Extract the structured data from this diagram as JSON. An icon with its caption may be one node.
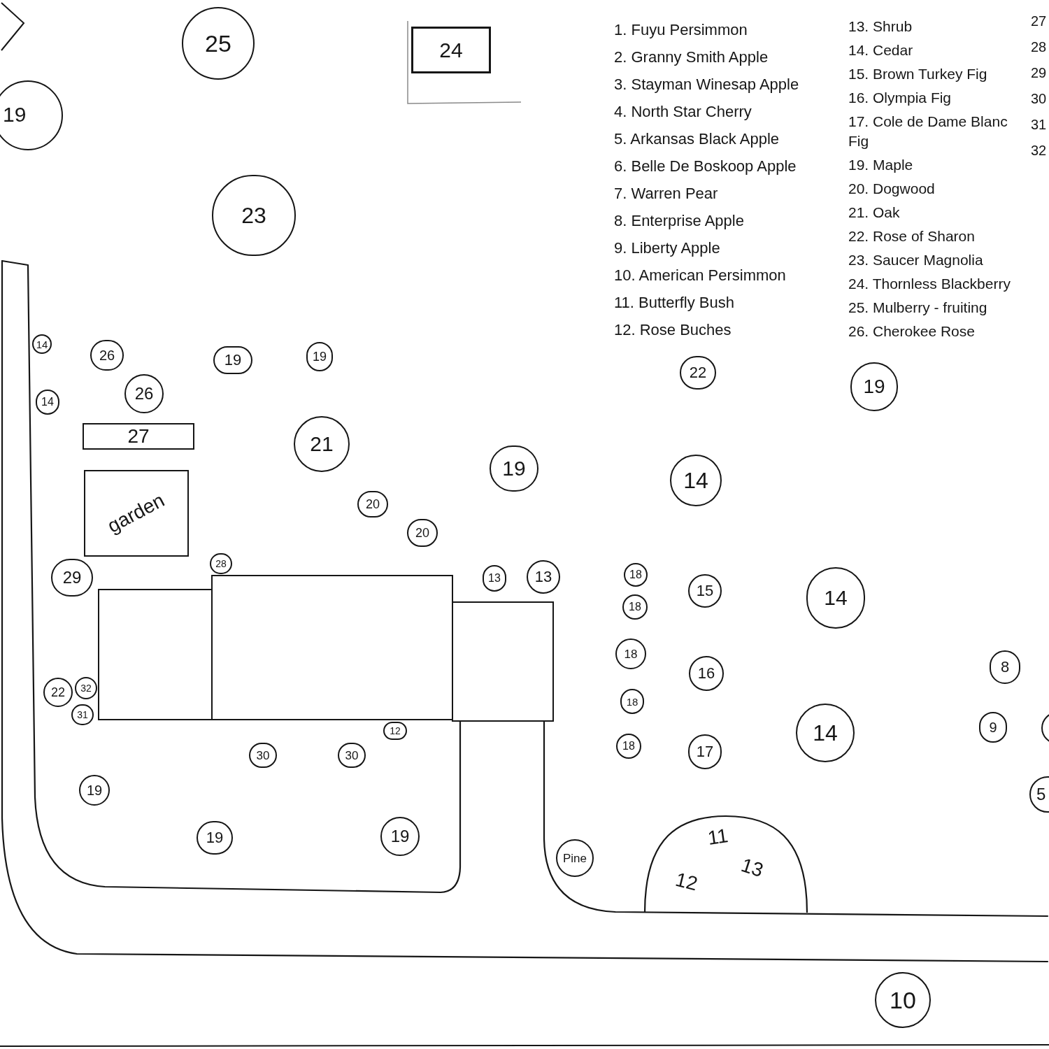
{
  "diagram": {
    "nodes": [
      {
        "text": [
          "25"
        ]
      },
      {
        "text": [
          "24"
        ]
      },
      {
        "text": [
          "19"
        ]
      },
      {
        "text": [
          "23"
        ]
      },
      {
        "text": [
          "14"
        ]
      },
      {
        "text": [
          "26"
        ]
      },
      {
        "text": [
          "19"
        ]
      },
      {
        "text": [
          "19"
        ]
      },
      {
        "text": [
          "22"
        ]
      },
      {
        "text": [
          "19"
        ]
      },
      {
        "text": [
          "14"
        ]
      },
      {
        "text": [
          "26"
        ]
      },
      {
        "text": [
          "27"
        ]
      },
      {
        "text": [
          "21"
        ]
      },
      {
        "text": [
          "19"
        ]
      },
      {
        "text": [
          "14"
        ]
      },
      {
        "text": [
          "garden"
        ]
      },
      {
        "text": [
          "20"
        ]
      },
      {
        "text": [
          "20"
        ]
      },
      {
        "text": [
          "28"
        ]
      },
      {
        "text": [
          "29"
        ]
      },
      {
        "text": [
          "13"
        ]
      },
      {
        "text": [
          "13"
        ]
      },
      {
        "text": [
          "18"
        ]
      },
      {
        "text": [
          "15"
        ]
      },
      {
        "text": [
          "14"
        ]
      },
      {
        "text": [],
        "shape": "box"
      },
      {
        "text": [],
        "shape": "box"
      },
      {
        "text": [],
        "shape": "box"
      },
      {
        "text": [
          "18"
        ]
      },
      {
        "text": [
          "18"
        ]
      },
      {
        "text": [
          "8"
        ]
      },
      {
        "text": [
          "16"
        ]
      },
      {
        "text": [
          "22"
        ]
      },
      {
        "text": [
          "32"
        ]
      },
      {
        "text": [
          "18"
        ]
      },
      {
        "text": [
          "31"
        ]
      },
      {
        "text": [
          "12"
        ]
      },
      {
        "text": [
          "9"
        ]
      },
      {
        "text": [
          "14"
        ]
      },
      {
        "text": [],
        "shape": "circle"
      },
      {
        "text": [
          "30"
        ]
      },
      {
        "text": [
          "30"
        ]
      },
      {
        "text": [
          "18"
        ]
      },
      {
        "text": [
          "17"
        ]
      },
      {
        "text": [
          "19"
        ]
      },
      {
        "text": [
          "5"
        ]
      },
      {
        "text": [
          "19"
        ]
      },
      {
        "text": [
          "19"
        ]
      },
      {
        "text": [
          "Pine"
        ]
      },
      {
        "text": [
          "11",
          "13",
          "12"
        ]
      },
      {
        "text": [
          "10"
        ]
      }
    ],
    "labels": [
      "1. Fuyu Persimmon",
      "2. Granny Smith Apple",
      "3. Stayman Winesap Apple",
      "4. North Star Cherry",
      "5. Arkansas Black Apple",
      "6. Belle De Boskoop Apple",
      "7. Warren Pear",
      "8. Enterprise Apple",
      "9. Liberty Apple",
      "10. American Persimmon",
      "11. Butterfly Bush",
      "12. Rose Buches",
      "13. Shrub",
      "14. Cedar",
      "15. Brown Turkey Fig",
      "16. Olympia Fig",
      "17. Cole de Dame Blanc Fig",
      "19. Maple",
      "20. Dogwood",
      "21. Oak",
      "22. Rose of Sharon",
      "23. Saucer Magnolia",
      "24. Thornless Blackberry",
      "25. Mulberry - fruiting",
      "26. Cherokee Rose",
      "27",
      "28",
      "29",
      "30",
      "31",
      "32"
    ]
  }
}
